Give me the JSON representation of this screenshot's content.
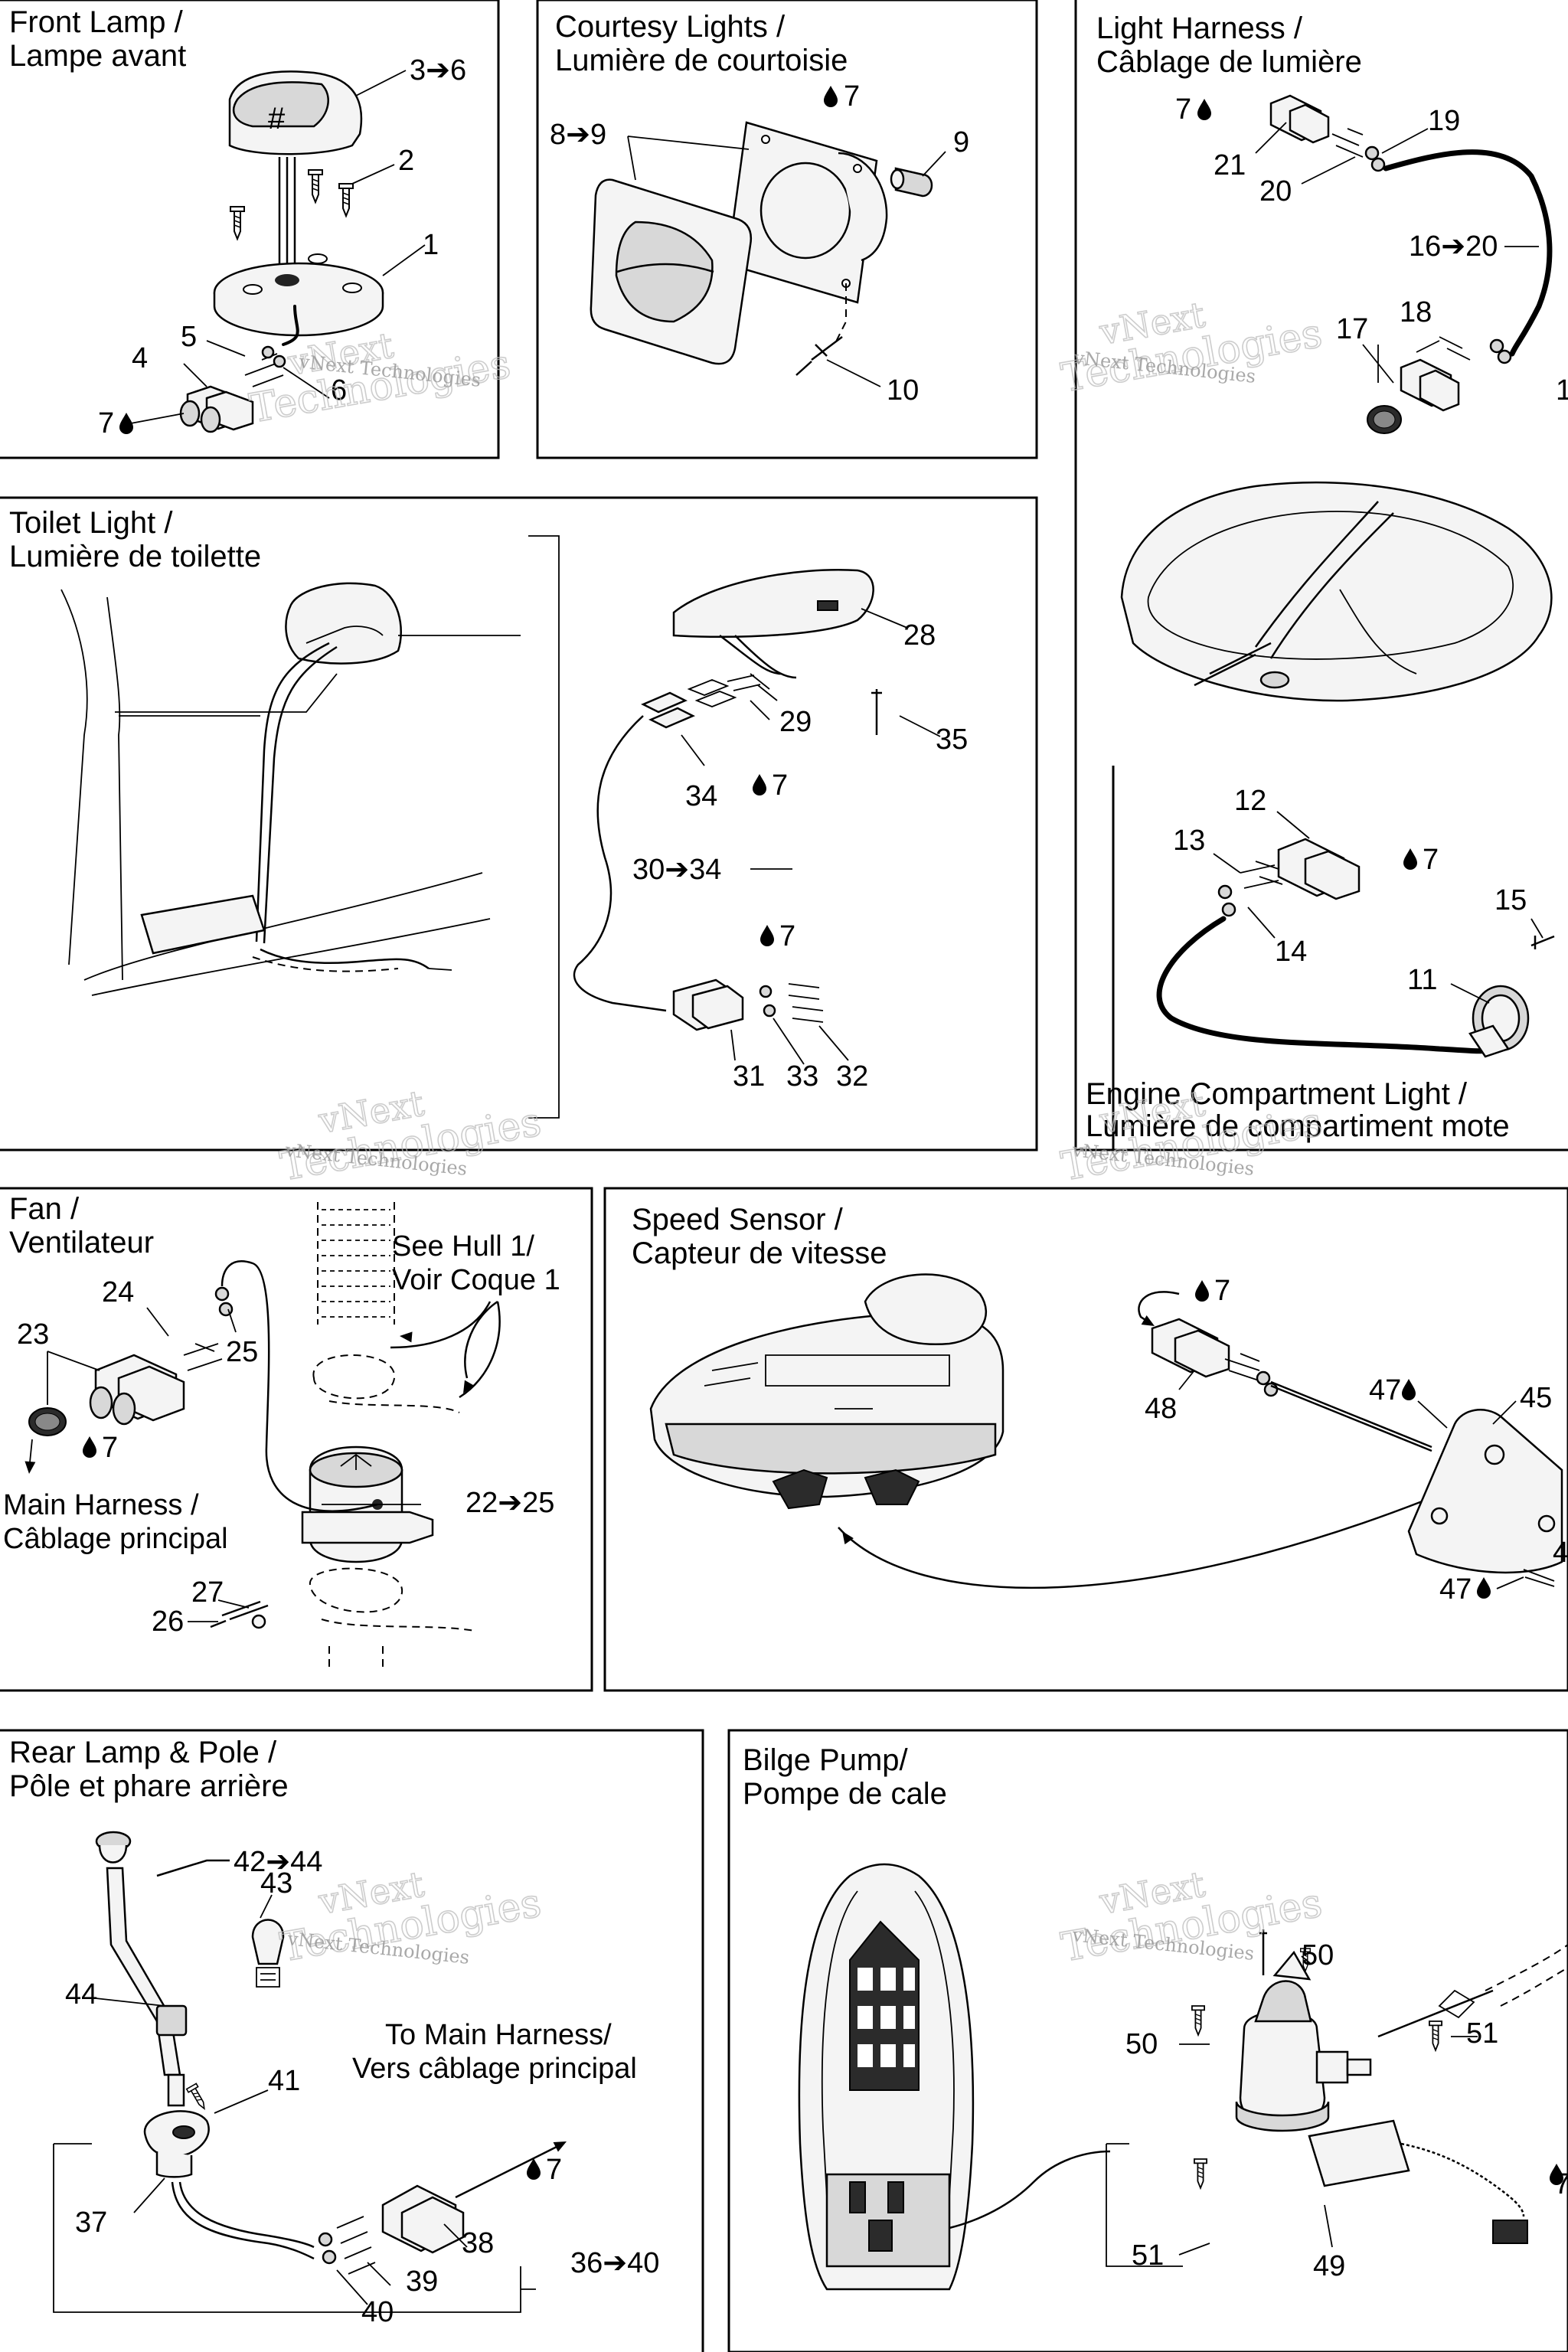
{
  "panels": {
    "front_lamp": {
      "title1": "Front Lamp /",
      "title2": "Lampe avant",
      "callouts": {
        "c1": "1",
        "c2": "2",
        "c36": "3➔6",
        "c4": "4",
        "c5": "5",
        "c6": "6",
        "c7": "7"
      }
    },
    "courtesy": {
      "title1": "Courtesy Lights /",
      "title2": "Lumière de courtoisie",
      "callouts": {
        "c89": "8➔9",
        "c9": "9",
        "c7": "7",
        "c10": "10"
      }
    },
    "light_harness": {
      "title1": "Light Harness /",
      "title2": "Câblage de lumière",
      "callouts": {
        "c7": "7",
        "c21": "21",
        "c20": "20",
        "c19": "19",
        "c1620": "16➔20",
        "c17": "17",
        "c18": "18",
        "c16": "1"
      }
    },
    "toilet": {
      "title1": "Toilet Light /",
      "title2": "Lumière de toilette",
      "callouts": {
        "c28": "28",
        "c29": "29",
        "c35": "35",
        "c34": "34",
        "c7a": "7",
        "c3034": "30➔34",
        "c7b": "7",
        "c31": "31",
        "c33": "33",
        "c32": "32"
      }
    },
    "engine": {
      "title1": "Engine Compartment Light /",
      "title2": "Lumière de compartiment mote",
      "callouts": {
        "c12": "12",
        "c13": "13",
        "c7": "7",
        "c15": "15",
        "c14": "14",
        "c11": "11"
      }
    },
    "fan": {
      "title1": "Fan /",
      "title2": "Ventilateur",
      "note1": "See Hull 1/",
      "note2": "Voir Coque 1",
      "harness1": "Main Harness /",
      "harness2": "Câblage principal",
      "callouts": {
        "c24": "24",
        "c23": "23",
        "c25": "25",
        "c7": "7",
        "c2225": "22➔25",
        "c27": "27",
        "c26": "26"
      }
    },
    "speed": {
      "title1": "Speed Sensor /",
      "title2": "Capteur de vitesse",
      "callouts": {
        "c7": "7",
        "c48": "48",
        "c47a": "47",
        "c45": "45",
        "c47b": "47",
        "c4x": "4"
      }
    },
    "rear_lamp": {
      "title1": "Rear Lamp & Pole /",
      "title2": "Pôle et phare arrière",
      "note1": "To Main Harness/",
      "note2": "Vers câblage principal",
      "callouts": {
        "c4244": "42➔44",
        "c43": "43",
        "c44": "44",
        "c41": "41",
        "c37": "37",
        "c7": "7",
        "c38": "38",
        "c39": "39",
        "c3640": "36➔40",
        "c40": "40"
      }
    },
    "bilge": {
      "title1": "Bilge Pump/",
      "title2": "Pompe de cale",
      "callouts": {
        "c50a": "50",
        "c50b": "50",
        "c51a": "51",
        "c51b": "51",
        "c49": "49",
        "c7": "7"
      }
    }
  },
  "watermark": {
    "line1": "vNext",
    "line2": "Technologies",
    "small": "vNext Technologies"
  }
}
